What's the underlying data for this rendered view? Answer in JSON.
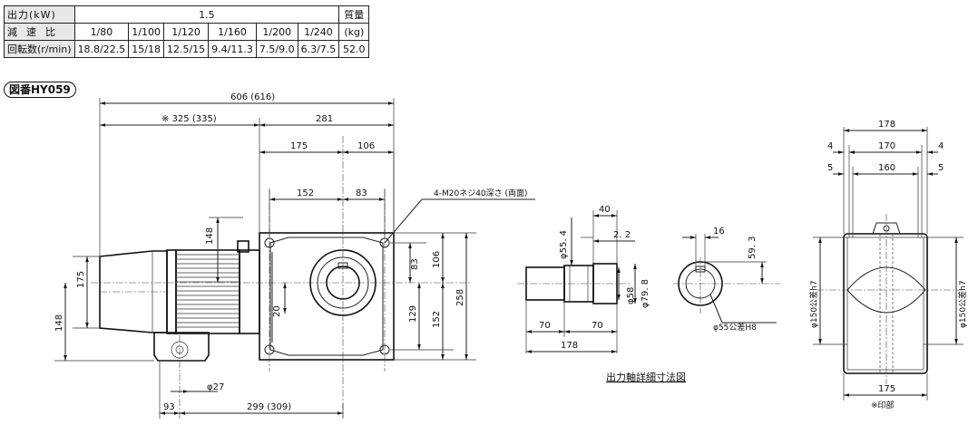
{
  "spec_table": {
    "output_label": "出力(kW)",
    "output_value": "1.5",
    "weight_header": "質量",
    "ratio_label": "減速比",
    "ratios": [
      "1/80",
      "1/100",
      "1/120",
      "1/160",
      "1/200",
      "1/240"
    ],
    "weight_unit": "(kg)",
    "speed_label": "回転数(r/min)",
    "speeds": [
      "18.8/22.5",
      "15/18",
      "12.5/15",
      "9.4/11.3",
      "7.5/9.0",
      "6.3/7.5"
    ],
    "weight_value": "52.0"
  },
  "drawing_code": "図番HY059",
  "front_view": {
    "overall_length": "606 (616)",
    "motor_length": "※ 325 (335)",
    "gear_length": "281",
    "dim_175_top": "175",
    "dim_106_top": "106",
    "dim_152_top": "152",
    "dim_83_top": "83",
    "tap_note": "4-M20ネジ40深さ (両面)",
    "dim_148_box": "148",
    "dim_175_left": "175",
    "dim_148_left": "148",
    "dim_20": "20",
    "dim_83_right": "83",
    "dim_106_right": "106",
    "dim_129": "129",
    "dim_152_right": "152",
    "dim_258": "258",
    "dim_phi27": "φ27",
    "dim_93": "93",
    "dim_299": "299 (309)"
  },
  "shaft_detail": {
    "dim_40": "40",
    "dim_2_2": "2. 2",
    "dim_phi55_4": "φ55. 4",
    "dim_phi58": "φ58",
    "dim_phi79_8": "φ79. 8",
    "dim_70_left": "70",
    "dim_70_right": "70",
    "dim_178": "178",
    "dim_16": "16",
    "dim_59_3": "59. 3",
    "dim_bore": "φ55公差H8",
    "caption": "出力軸詳細寸法図"
  },
  "side_view": {
    "dim_178": "178",
    "dim_4_left": "4",
    "dim_170": "170",
    "dim_4_right": "4",
    "dim_5_left": "5",
    "dim_160": "160",
    "dim_5_right": "5",
    "dim_phi150_left": "φ150公差h7",
    "dim_phi150_right": "φ150公差h7",
    "dim_175_bottom": "175",
    "footnote": "※印部"
  }
}
